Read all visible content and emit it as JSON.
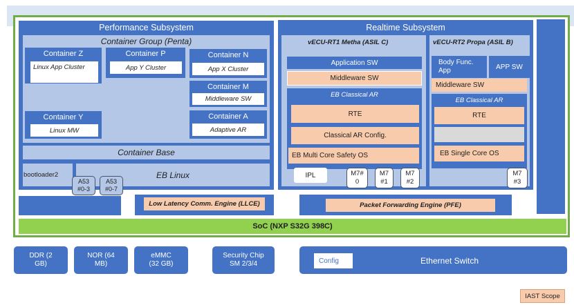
{
  "colors": {
    "accent_blue": "#4472c4",
    "light_blue": "#b4c7e7",
    "peach": "#f8cbad",
    "green": "#92d050",
    "green_border": "#70ad47",
    "grey": "#d9d9d9"
  },
  "perf": {
    "title": "Performance Subsystem",
    "group_title": "Container Group (Penta)",
    "containers": {
      "z": {
        "title": "Container Z",
        "label": "Linux App Cluster"
      },
      "p": {
        "title": "Container P",
        "label": "App Y Cluster"
      },
      "n": {
        "title": "Container N",
        "label": "App X Cluster"
      },
      "m": {
        "title": "Container M",
        "label": "Middleware SW"
      },
      "y": {
        "title": "Container Y",
        "label": "Linux MW"
      },
      "a": {
        "title": "Container A",
        "label": "Adaptive AR"
      }
    },
    "container_base": "Container Base",
    "bootloader": "bootloader2",
    "linux": "EB Linux",
    "a53_1": "A53 #0-3",
    "a53_2": "A53 #0-7"
  },
  "rt": {
    "title": "Realtime Subsystem",
    "rt1": {
      "title": "vECU-RT1 Metha (ASIL C)",
      "app_sw": "Application SW",
      "middleware": "Middleware SW",
      "eb_classical": "EB Classical AR",
      "rte": "RTE",
      "config": "Classical AR Config.",
      "os": "EB Multi Core Safety OS",
      "ipl": "IPL",
      "m7_0": "M7# 0",
      "m7_1": "M7 #1",
      "m7_2": "M7 #2"
    },
    "rt2": {
      "title": "vECU-RT2 Propa (ASIL B)",
      "body_func": "Body Func. App",
      "app_sw": "APP SW",
      "middleware": "Middleware SW",
      "eb_classical": "EB Classical AR",
      "rte": "RTE",
      "os": "EB Single Core OS",
      "m7_3": "M7 #3"
    }
  },
  "llce": "Low Latency Comm. Engine (LLCE)",
  "pfe": "Packet Forwarding Engine (PFE)",
  "soc": "SoC (NXP S32G 398C)",
  "bottom": {
    "ddr": "DDR (2 GB)",
    "nor": "NOR (64 MB)",
    "emmc": "eMMC (32 GB)",
    "security": "Security Chip SM 2/3/4",
    "config": "Config",
    "ethernet": "Ethernet Switch"
  },
  "legend": "IAST Scope"
}
